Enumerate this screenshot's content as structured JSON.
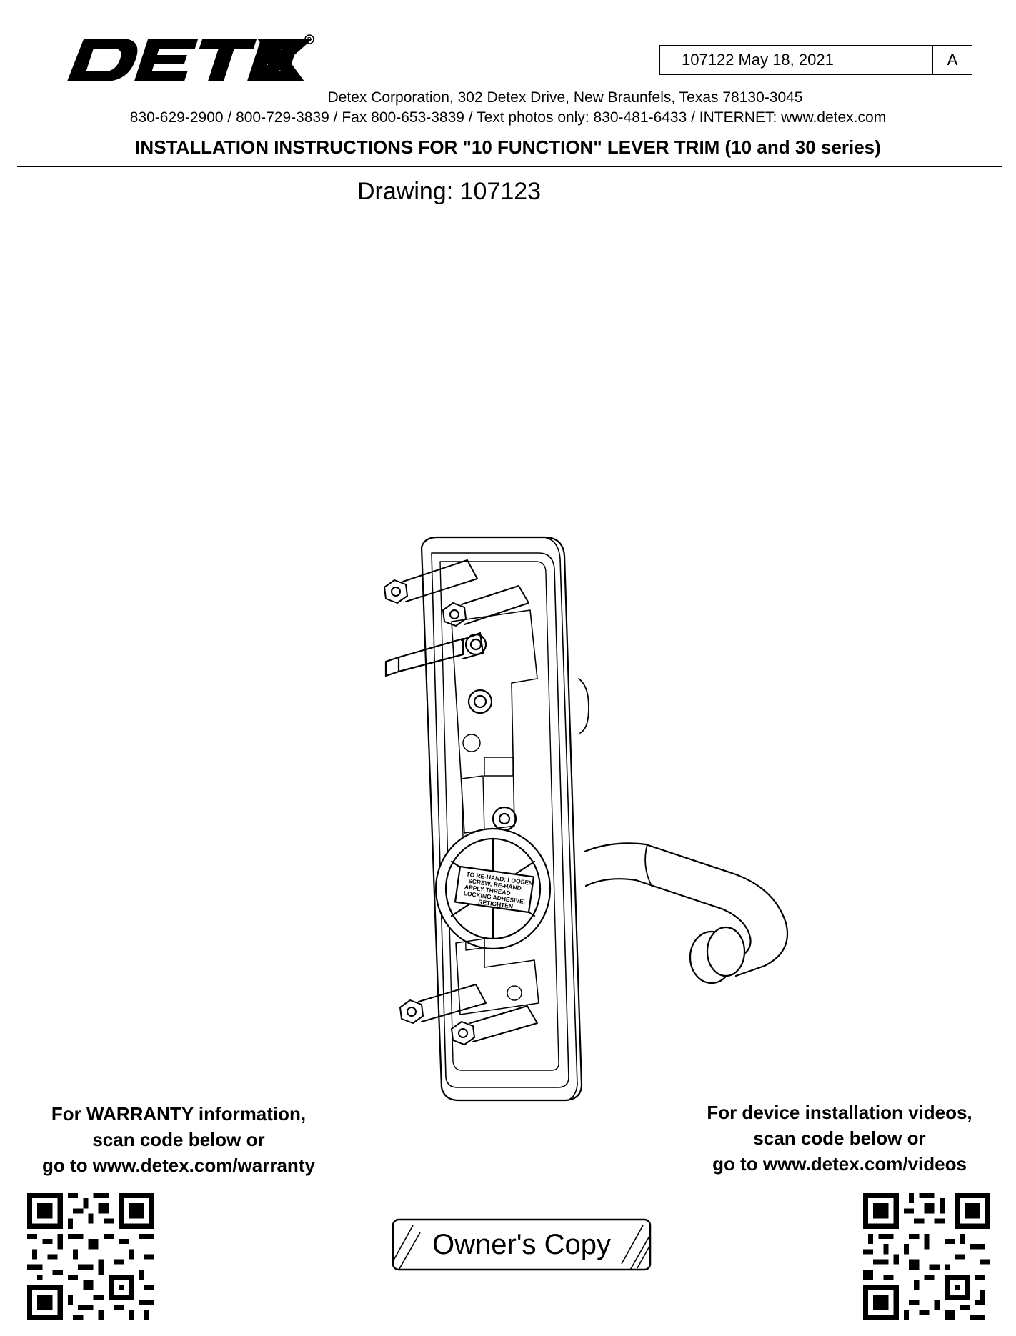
{
  "header": {
    "logo_text": "DETEX",
    "doc_number_date": "107122  May 18, 2021",
    "revision": "A",
    "address_line": "Detex Corporation,  302 Detex Drive,  New Braunfels,  Texas  78130-3045",
    "contact_line": "830-629-2900  /  800-729-3839  /  Fax 800-653-3839  /  Text photos only: 830-481-6433  /  INTERNET: www.detex.com"
  },
  "title": "INSTALLATION INSTRUCTIONS FOR \"10 FUNCTION\" LEVER TRIM (10 and 30 series)",
  "drawing_label": "Drawing: 107123",
  "illustration": {
    "label_text": [
      "TO RE-HAND: LOOSEN",
      "SCREW, RE-HAND,",
      "APPLY THREAD",
      "LOCKING ADHESIVE,",
      "RETIGHTEN"
    ]
  },
  "warranty": {
    "lines": [
      "For WARRANTY information,",
      "scan code below or",
      "go to www.detex.com/warranty"
    ]
  },
  "videos": {
    "lines": [
      "For device installation videos,",
      "scan code below or",
      "go to www.detex.com/videos"
    ]
  },
  "owners_copy": "Owner's Copy"
}
